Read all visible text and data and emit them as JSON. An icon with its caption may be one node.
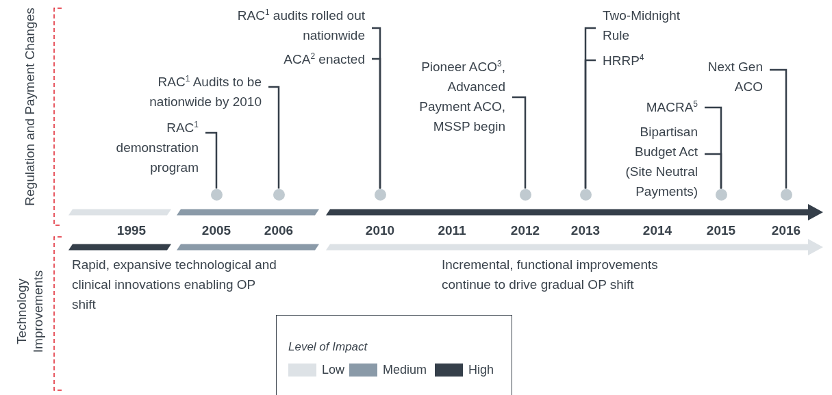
{
  "diagram": {
    "nodes": [
      {
        "text": [
          "RAC$^{1}$ demonstration program"
        ]
      },
      {
        "text": [
          "RAC$^{1}$ Audits to be nationwide by 2010"
        ]
      },
      {
        "text": [
          "RAC$^{1}$ audits rolled out nationwide"
        ]
      },
      {
        "text": [
          "ACA$^{2}$ enacted"
        ]
      },
      {
        "text": [
          "Pioneer ACO$^{3}$, Advanced Payment ACO, MSSP begin"
        ]
      },
      {
        "text": [
          "Two-Midnight Rule"
        ]
      },
      {
        "text": [
          "HRRP$^{4}$"
        ]
      },
      {
        "text": [
          "MACRA$^{5}$"
        ]
      },
      {
        "text": [
          "Bipartisan Budget Act (Site Neutral Payments)"
        ]
      },
      {
        "text": [
          "Next Gen ACO"
        ]
      },
      {
        "text": [],
        "shape": "circle"
      },
      {
        "text": [],
        "shape": "circle"
      },
      {
        "text": [],
        "shape": "circle"
      },
      {
        "text": [],
        "shape": "circle"
      },
      {
        "text": [],
        "shape": "circle"
      },
      {
        "text": [],
        "shape": "circle"
      },
      {
        "text": [],
        "shape": "circle"
      }
    ],
    "edges": [
      {
        "from": 0,
        "to": 10,
        "arrow": "none"
      },
      {
        "from": 1,
        "to": 11,
        "arrow": "none"
      },
      {
        "from": 2,
        "to": 12,
        "arrow": "none"
      },
      {
        "from": 3,
        "to": 12,
        "arrow": "none"
      },
      {
        "from": 4,
        "to": 13,
        "arrow": "none"
      },
      {
        "from": 5,
        "to": 14,
        "arrow": "none"
      },
      {
        "from": 6,
        "to": 14,
        "arrow": "none"
      },
      {
        "from": 7,
        "to": 15,
        "arrow": "none"
      },
      {
        "from": 8,
        "to": 15,
        "arrow": "none"
      },
      {
        "from": 9,
        "to": 16,
        "arrow": "none"
      }
    ],
    "labels": [
      "Regulation and Payment Changes",
      "Technology Improvements",
      "1995",
      "2005",
      "2006",
      "2010",
      "2011",
      "2012",
      "2013",
      "2014",
      "2015",
      "2016",
      "Rapid, expansive technological and clinical innovations enabling OP shift",
      "Incremental, functional improvements continue to drive gradual OP shift",
      "Level of Impact"
    ],
    "legend": [
      {
        "text": "Low",
        "color": "#dde2e6"
      },
      {
        "text": "Medium",
        "color": "#8a9aa8"
      },
      {
        "text": "High",
        "color": "#353f4a"
      }
    ]
  }
}
